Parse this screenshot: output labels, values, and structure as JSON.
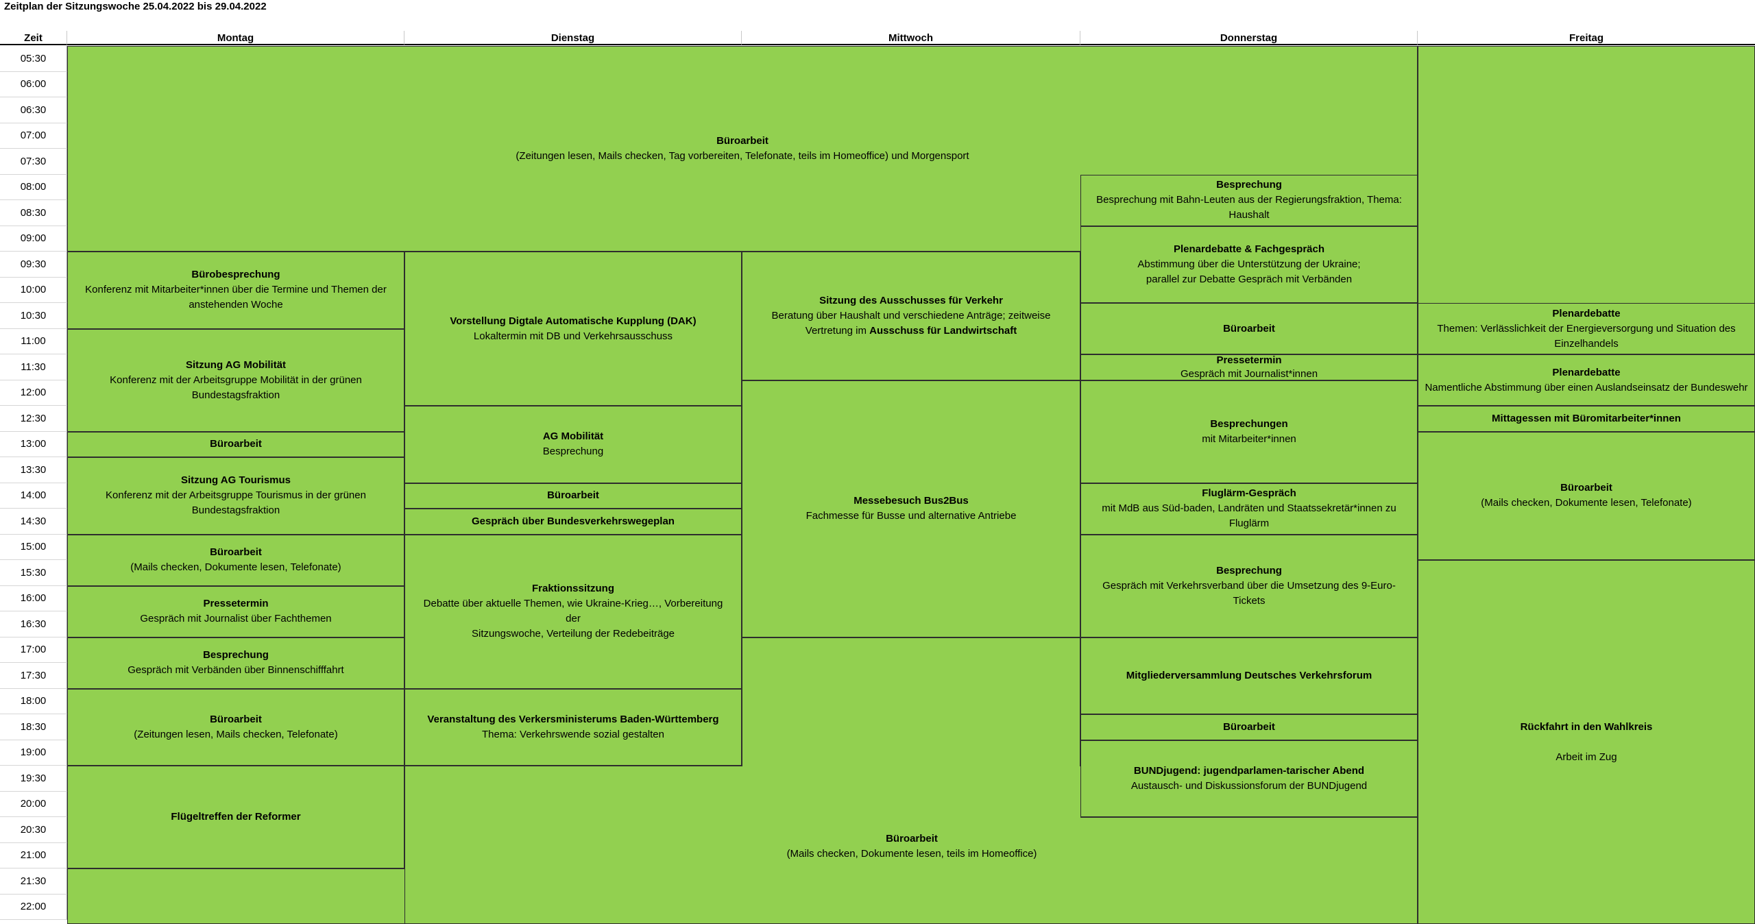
{
  "page_title": "Zeitplan der Sitzungswoche 25.04.2022 bis 29.04.2022",
  "headers": {
    "time": "Zeit",
    "mon": "Montag",
    "tue": "Dienstag",
    "wed": "Mittwoch",
    "thu": "Donnerstag",
    "fri": "Freitag"
  },
  "times": [
    "05:30",
    "06:00",
    "06:30",
    "07:00",
    "07:30",
    "08:00",
    "08:30",
    "09:00",
    "09:30",
    "10:00",
    "10:30",
    "11:00",
    "11:30",
    "12:00",
    "12:30",
    "13:00",
    "13:30",
    "14:00",
    "14:30",
    "15:00",
    "15:30",
    "16:00",
    "16:30",
    "17:00",
    "17:30",
    "18:00",
    "18:30",
    "19:00",
    "19:30",
    "20:00",
    "20:30",
    "21:00",
    "21:30",
    "22:00"
  ],
  "colors": {
    "event": "#92d050",
    "border": "#2d2d2d"
  },
  "events": {
    "morning": {
      "title": "Büroarbeit",
      "desc": "(Zeitungen lesen, Mails checken, Tag vorbereiten, Telefonate, teils im Homeoffice) und Morgensport"
    },
    "mon_1": {
      "title": "Bürobesprechung",
      "desc": "Konferenz mit Mitarbeiter*innen über die Termine und Themen der\nanstehenden Woche"
    },
    "mon_2": {
      "title": "Sitzung AG Mobilität",
      "desc": "Konferenz mit der Arbeitsgruppe Mobilität in der grünen\nBundestagsfraktion"
    },
    "mon_3": {
      "title": "Büroarbeit",
      "desc": ""
    },
    "mon_4": {
      "title": "Sitzung AG Tourismus",
      "desc": "Konferenz mit der Arbeitsgruppe Tourismus in der grünen\nBundestagsfraktion"
    },
    "mon_5": {
      "title": "Büroarbeit",
      "desc": "(Mails checken, Dokumente lesen, Telefonate)"
    },
    "mon_6": {
      "title": "Pressetermin",
      "desc": "Gespräch mit Journalist über Fachthemen"
    },
    "mon_7": {
      "title": "Besprechung",
      "desc": "Gespräch mit Verbänden über Binnenschifffahrt"
    },
    "mon_8": {
      "title": "Büroarbeit",
      "desc": "(Zeitungen lesen, Mails checken, Telefonate)"
    },
    "mon_9": {
      "title": "Flügeltreffen der Reformer",
      "desc": ""
    },
    "tue_1": {
      "title": "Vorstellung Digtale Automatische Kupplung (DAK)",
      "desc": "Lokaltermin mit DB und Verkehrsausschuss"
    },
    "tue_2": {
      "title": "AG Mobilität",
      "desc": "Besprechung"
    },
    "tue_3": {
      "title": "Büroarbeit",
      "desc": ""
    },
    "tue_4": {
      "title": "Gespräch über Bundesverkehrswegeplan",
      "desc": ""
    },
    "tue_5": {
      "title": "Fraktionssitzung",
      "desc": "Debatte über aktuelle Themen, wie Ukraine-Krieg…, Vorbereitung der\nSitzungswoche, Verteilung der Redebeiträge"
    },
    "tue_6": {
      "title": "Veranstaltung des Verkersministerums Baden-Württemberg",
      "desc": "Thema: Verkehrswende sozial gestalten"
    },
    "wed_1": {
      "title": "Sitzung des Ausschusses für Verkehr",
      "desc_a": "Beratung über Haushalt und verschiedene Anträge; zeitweise\nVertretung im ",
      "desc_b": "Ausschuss für Landwirtschaft"
    },
    "wed_2": {
      "title": "Messebesuch Bus2Bus",
      "desc": "Fachmesse für Busse und alternative Antriebe"
    },
    "evening": {
      "title": "Büroarbeit",
      "desc": "(Mails checken, Dokumente lesen, teils im Homeoffice)"
    },
    "thu_1": {
      "title": "Besprechung",
      "desc": "Besprechung mit Bahn-Leuten aus der Regierungsfraktion, Thema:\nHaushalt"
    },
    "thu_2": {
      "title": "Plenardebatte & Fachgespräch",
      "desc": "Abstimmung über die Unterstützung der Ukraine;\nparallel zur Debatte Gespräch mit Verbänden"
    },
    "thu_3": {
      "title": "Büroarbeit",
      "desc": ""
    },
    "thu_4": {
      "title": "Pressetermin",
      "desc": "Gespräch mit Journalist*innen"
    },
    "thu_5": {
      "title": "Besprechungen",
      "desc": "mit Mitarbeiter*innen"
    },
    "thu_6": {
      "title": "Fluglärm-Gespräch",
      "desc": "mit MdB aus Süd-baden, Landräten und Staatssekretär*innen zu Fluglärm"
    },
    "thu_7": {
      "title": "Besprechung",
      "desc": "Gespräch mit Verkehrsverband über die Umsetzung des 9-Euro-Tickets"
    },
    "thu_8": {
      "title": "Mitgliederversammlung Deutsches Verkehrsforum",
      "desc": ""
    },
    "thu_9": {
      "title": "Büroarbeit",
      "desc": ""
    },
    "thu_10": {
      "title": "BUNDjugend: jugendparlamen-tarischer Abend",
      "desc": "Austausch- und Diskussionsforum der BUNDjugend"
    },
    "fri_1": {
      "title": "Plenardebatte",
      "desc": "Themen: Verlässlichkeit der Energieversorgung und Situation des\nEinzelhandels"
    },
    "fri_2": {
      "title": "Plenardebatte",
      "desc": "Namentliche Abstimmung über einen Auslandseinsatz der Bundeswehr"
    },
    "fri_3": {
      "title": "Mittagessen mit Büromitarbeiter*innen",
      "desc": ""
    },
    "fri_4": {
      "title": "Büroarbeit",
      "desc": "(Mails checken, Dokumente lesen, Telefonate)"
    },
    "fri_5": {
      "title": "Rückfahrt in den Wahlkreis",
      "desc": "\nArbeit im Zug"
    }
  }
}
